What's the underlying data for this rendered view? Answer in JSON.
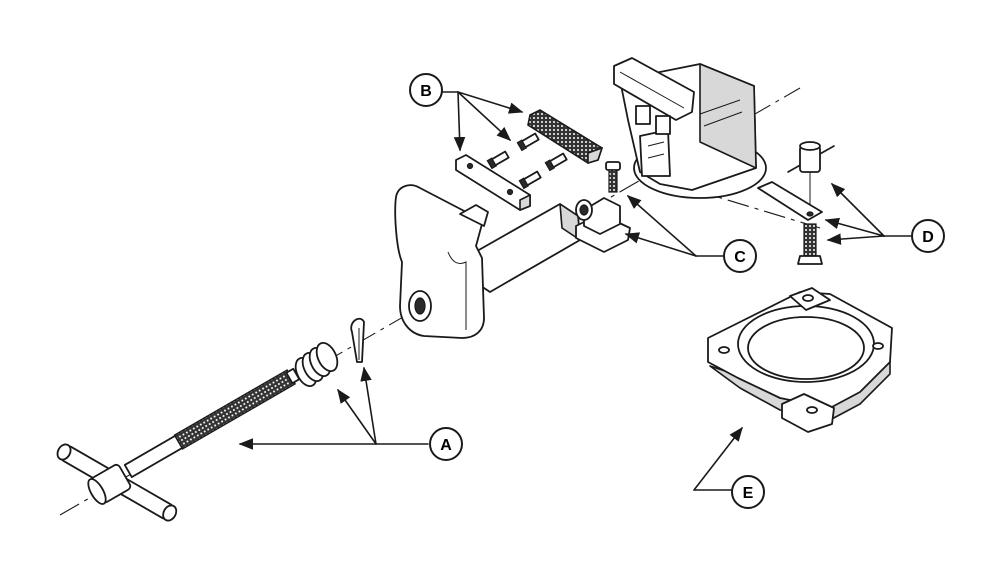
{
  "diagram": {
    "type": "exploded-parts-view",
    "callouts": [
      {
        "id": "A",
        "label": "A"
      },
      {
        "id": "B",
        "label": "B"
      },
      {
        "id": "C",
        "label": "C"
      },
      {
        "id": "D",
        "label": "D"
      },
      {
        "id": "E",
        "label": "E"
      }
    ]
  }
}
